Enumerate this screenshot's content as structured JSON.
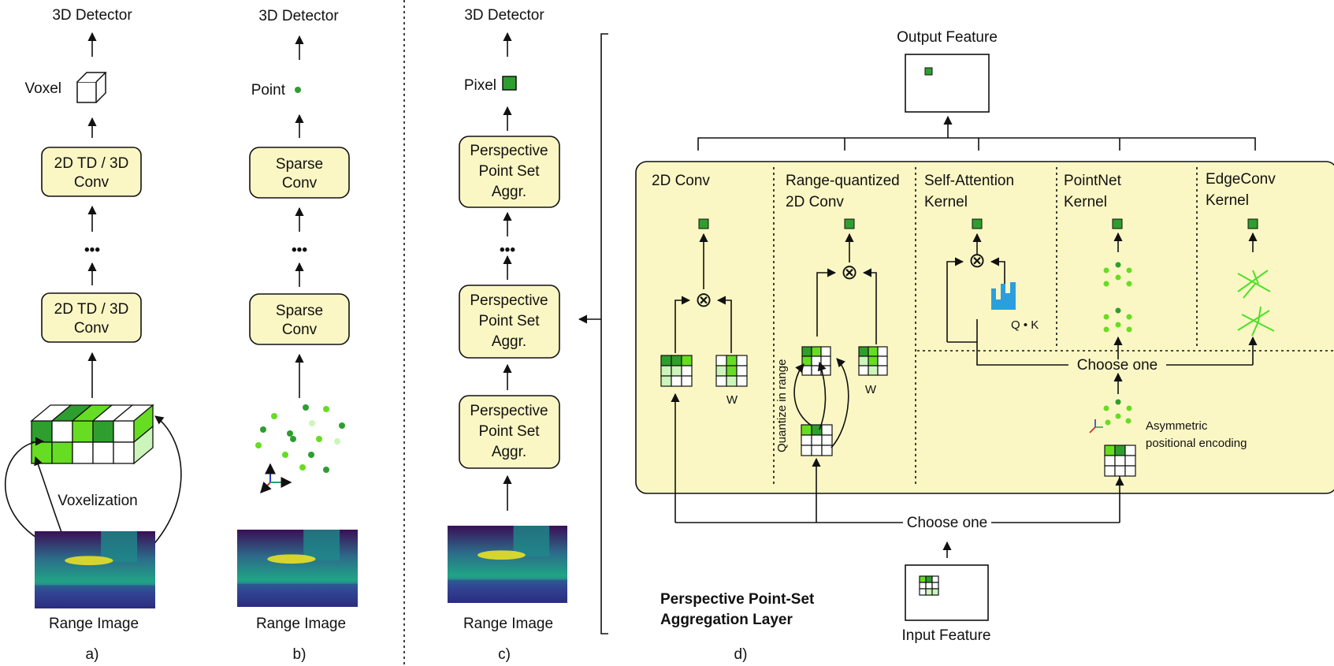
{
  "colors": {
    "block_fill": "#fbf7c4",
    "green_dark": "#2e9e2e",
    "green_bright": "#66dd22",
    "green_light": "#ccf5bb",
    "axis_blue": "#1f3fd0",
    "axis_green": "#27a36d",
    "axis_red": "#dd2222",
    "range_image": [
      "#3a0f57",
      "#2d6b8a",
      "#20a486",
      "#f4e61e"
    ]
  },
  "panels": {
    "a": {
      "caption": "a)",
      "top": "3D Detector",
      "output_label": "Voxel",
      "blocks": [
        "2D TD / 3D Conv",
        "2D TD / 3D Conv"
      ],
      "dots": "•••",
      "voxelization": "Voxelization",
      "input": "Range Image"
    },
    "b": {
      "caption": "b)",
      "top": "3D Detector",
      "output_label": "Point",
      "blocks": [
        "Sparse Conv",
        "Sparse Conv"
      ],
      "dots": "•••",
      "input": "Range Image"
    },
    "c": {
      "caption": "c)",
      "top": "3D Detector",
      "output_label": "Pixel",
      "blocks": [
        "Perspective Point Set Aggr.",
        "Perspective Point Set Aggr.",
        "Perspective Point Set Aggr."
      ],
      "dots": "•••",
      "input": "Range Image"
    },
    "d": {
      "caption": "d)",
      "title_line1": "Perspective Point-Set",
      "title_line2": "Aggregation Layer",
      "output_feature": "Output Feature",
      "input_feature": "Input Feature",
      "choose_one_bottom": "Choose one",
      "choose_one_mid": "Choose one",
      "quantize": "Quantize in range",
      "asym_line1": "Asymmetric",
      "asym_line2": "positional encoding",
      "w1": "W",
      "w2": "W",
      "qk": "Q • K",
      "otimes": "⊗",
      "kernels": [
        {
          "line1": "2D Conv",
          "line2": ""
        },
        {
          "line1": "Range-quantized",
          "line2": "2D Conv"
        },
        {
          "line1": "Self-Attention",
          "line2": "Kernel"
        },
        {
          "line1": "PointNet",
          "line2": "Kernel"
        },
        {
          "line1": "EdgeConv",
          "line2": "Kernel"
        }
      ]
    }
  }
}
